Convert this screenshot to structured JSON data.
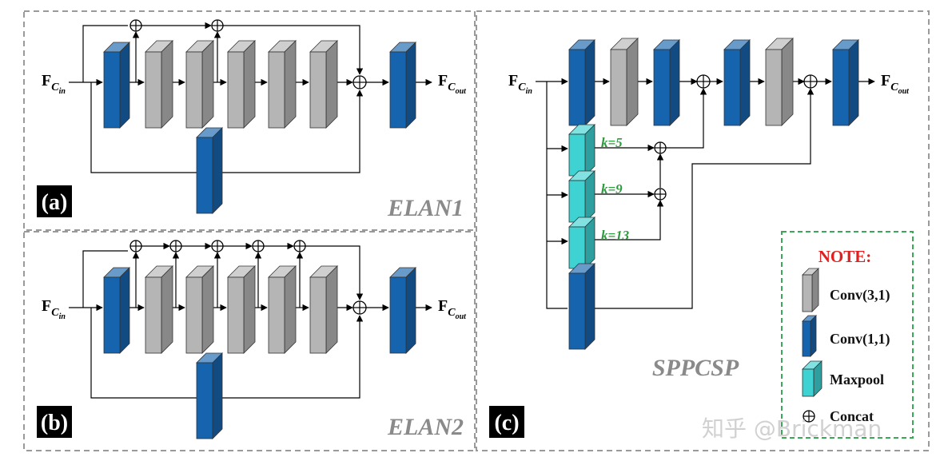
{
  "panels": [
    {
      "tag": "(a)",
      "title": "ELAN1"
    },
    {
      "tag": "(b)",
      "title": "ELAN2"
    },
    {
      "tag": "(c)",
      "title": "SPPCSP"
    }
  ],
  "io": {
    "input_main": "F",
    "input_sub": "C",
    "input_subsub": "in",
    "output_main": "F",
    "output_sub": "C",
    "output_subsub": "out"
  },
  "pool_labels": [
    "k=5",
    "k=9",
    "k=13"
  ],
  "legend": {
    "heading": "NOTE:",
    "items": [
      {
        "label": "Conv(3,1)",
        "icon": "gray-block-icon"
      },
      {
        "label": "Conv(1,1)",
        "icon": "blue-block-icon"
      },
      {
        "label": "Maxpool",
        "icon": "cyan-block-icon"
      },
      {
        "label": "Concat",
        "icon": "concat-icon"
      }
    ]
  },
  "watermark": "知乎 @Brickman",
  "colors": {
    "conv3": "#b5b5b5",
    "conv1": "#1664ad",
    "maxpool": "#3ed2d2",
    "border": "#9a9a9a",
    "legend_border": "#3aa857",
    "note": "#e02020",
    "k_label": "#2e9b3e"
  }
}
